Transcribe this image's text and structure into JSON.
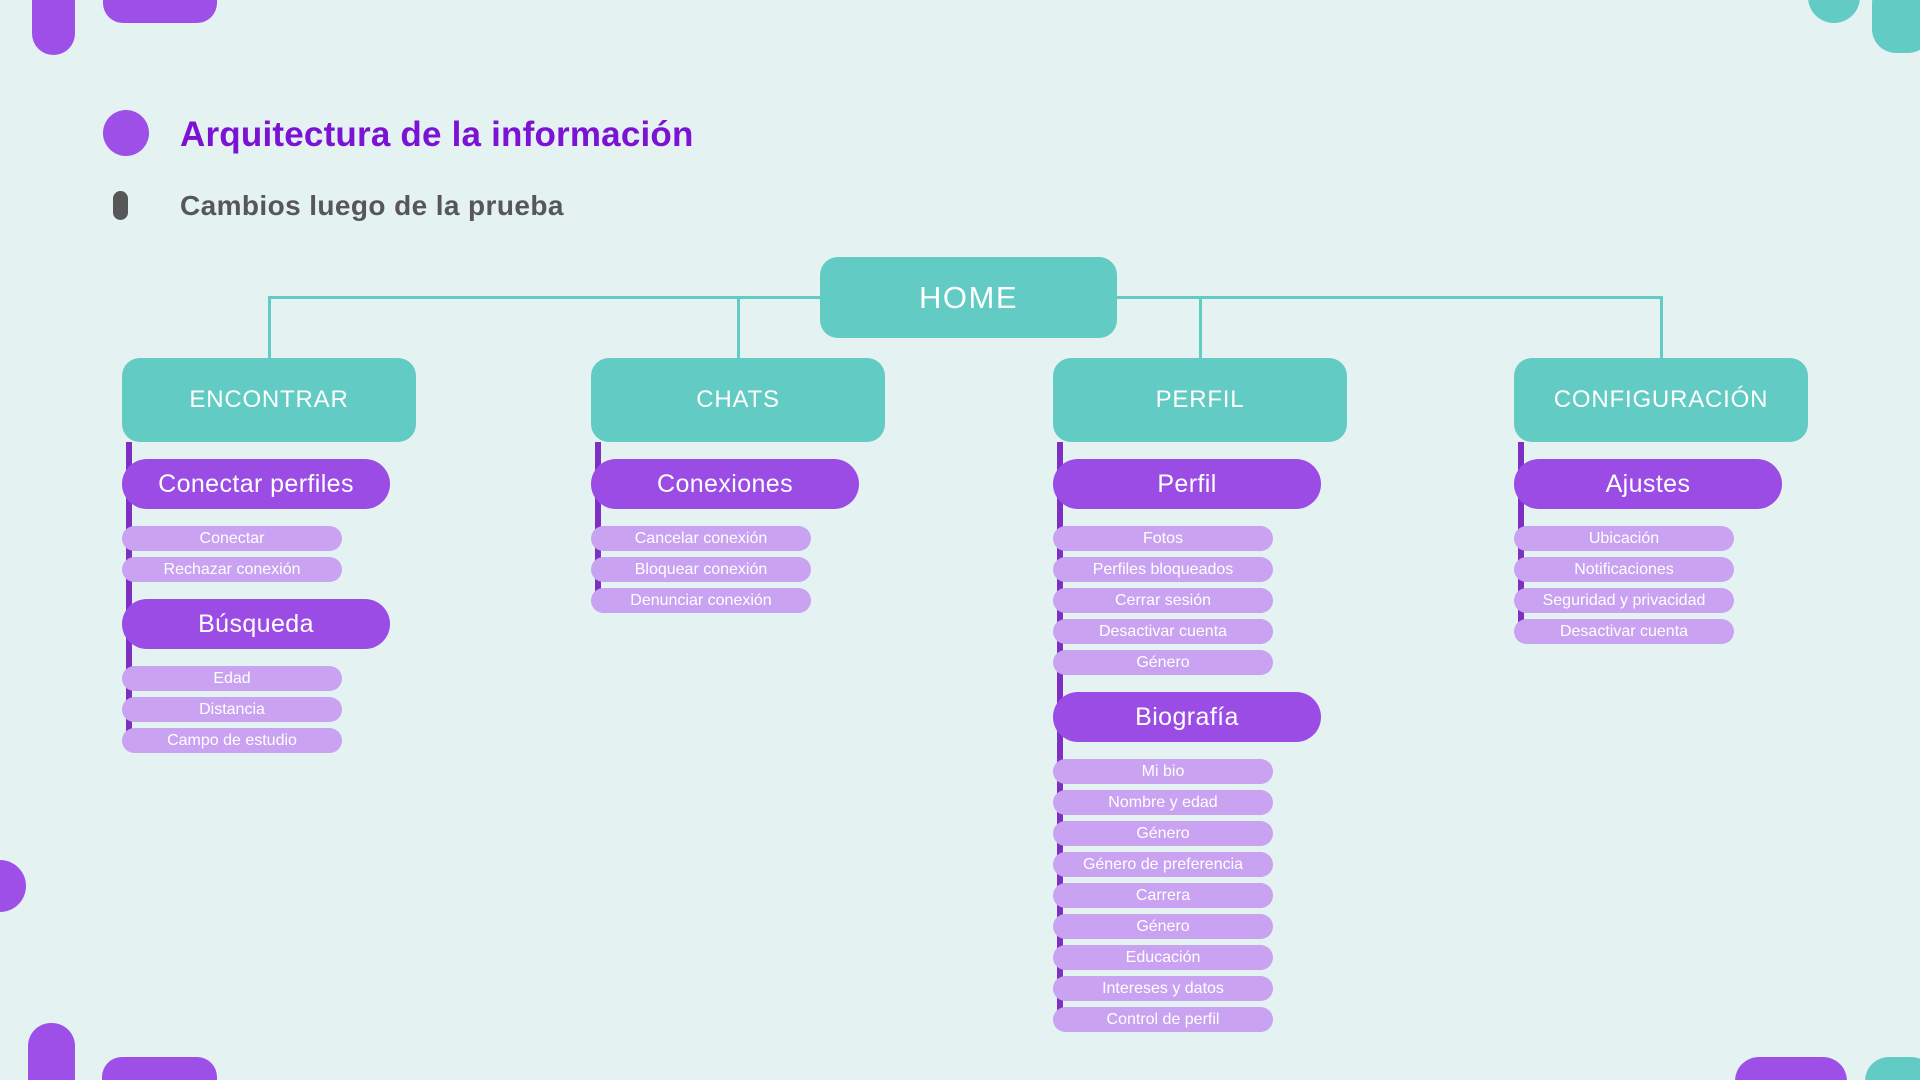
{
  "page": {
    "title": "Arquitectura de la información",
    "subtitle": "Cambios luego de la prueba"
  },
  "colors": {
    "background": "#E4F2F1",
    "teal": "#61CBC4",
    "purple_box": "#9A4CE5",
    "light_purple_pill": "#C9A2F2",
    "spine_purple": "#7F2FC4",
    "decor_purple": "#9D4FE8",
    "title_purple": "#7B12D4",
    "subtitle_gray": "#575757"
  },
  "tree": {
    "root": {
      "label": "HOME"
    },
    "branches": [
      {
        "label": "ENCONTRAR",
        "groups": [
          {
            "label": "Conectar perfiles",
            "items": [
              "Conectar",
              "Rechazar conexión"
            ]
          },
          {
            "label": "Búsqueda",
            "items": [
              "Edad",
              "Distancia",
              "Campo de estudio"
            ]
          }
        ]
      },
      {
        "label": "CHATS",
        "groups": [
          {
            "label": "Conexiones",
            "items": [
              "Cancelar conexión",
              "Bloquear conexión",
              "Denunciar conexión"
            ]
          }
        ]
      },
      {
        "label": "PERFIL",
        "groups": [
          {
            "label": "Perfil",
            "items": [
              "Fotos",
              "Perfiles bloqueados",
              "Cerrar sesión",
              "Desactivar cuenta",
              "Género"
            ]
          },
          {
            "label": "Biografía",
            "items": [
              "Mi bio",
              "Nombre y edad",
              "Género",
              "Género de preferencia",
              "Carrera",
              "Género",
              "Educación",
              "Intereses y datos",
              "Control de perfil"
            ]
          }
        ]
      },
      {
        "label": "CONFIGURACIÓN",
        "groups": [
          {
            "label": "Ajustes",
            "items": [
              "Ubicación",
              "Notificaciones",
              "Seguridad y privacidad",
              "Desactivar cuenta"
            ]
          }
        ]
      }
    ]
  }
}
